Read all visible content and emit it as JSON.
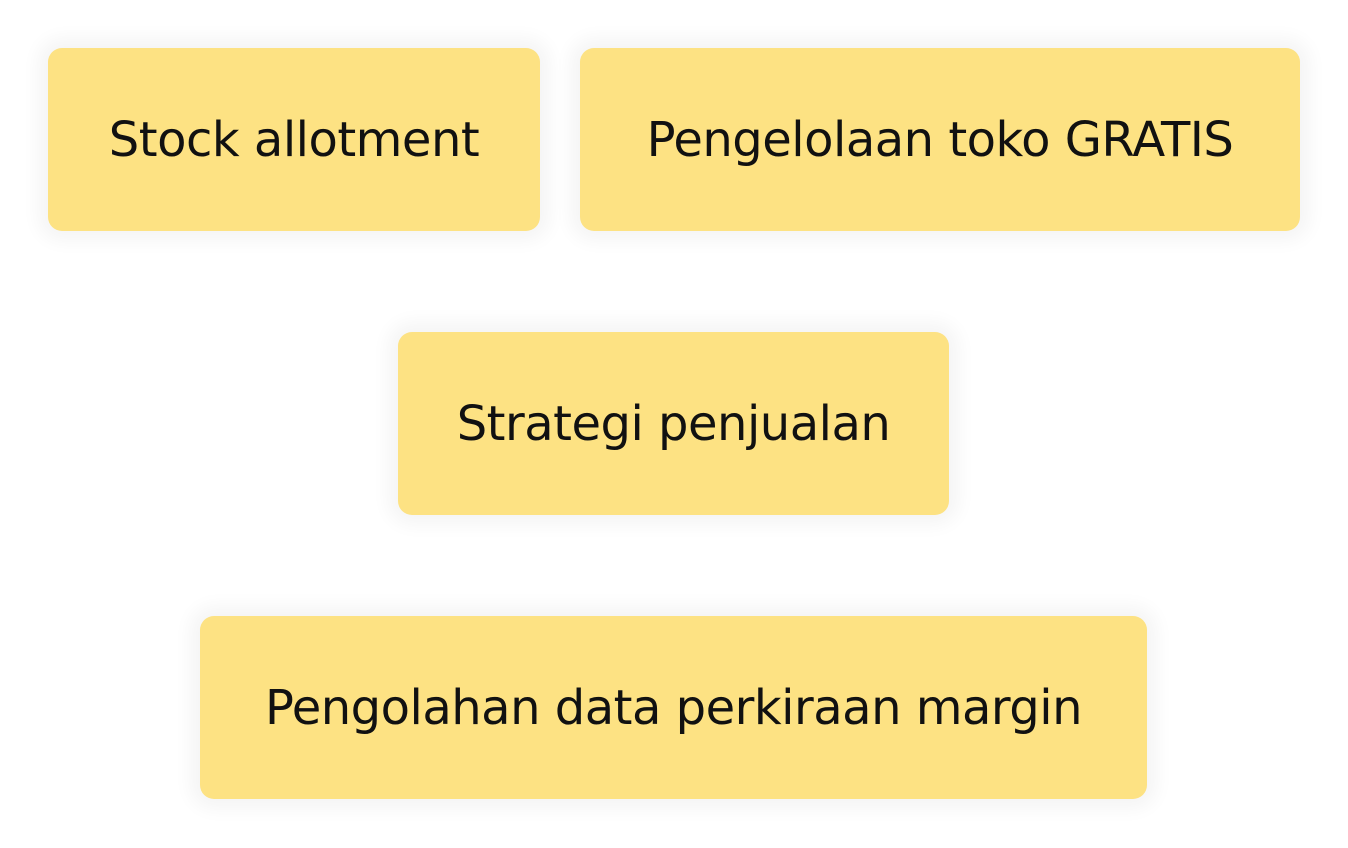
{
  "cards": [
    {
      "label": "Stock allotment"
    },
    {
      "label": "Pengelolaan toko GRATIS"
    },
    {
      "label": "Strategi penjualan"
    },
    {
      "label": "Pengolahan data perkiraan margin"
    }
  ],
  "colors": {
    "card_background": "#fde283",
    "text": "#111111",
    "page_background": "#ffffff"
  }
}
